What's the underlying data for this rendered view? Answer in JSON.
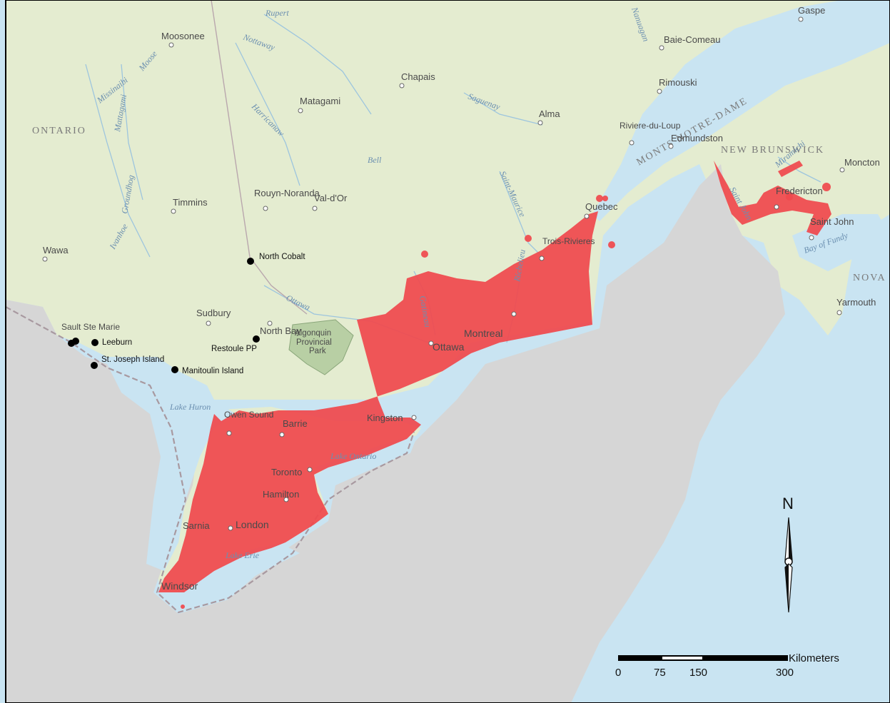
{
  "map": {
    "regions": [
      "ONTARIO",
      "NEW BRUNSWICK",
      "NOVA SCOTI",
      "MONTS NOTRE-DAME"
    ],
    "cities": [
      "Moosonee",
      "Baie-Comeau",
      "Chapais",
      "Matagami",
      "Alma",
      "Rimouski",
      "Riviere-du-Loup",
      "Edmundston",
      "Moncton",
      "Fredericton",
      "Saint John",
      "Yarmouth",
      "Timmins",
      "Rouyn-Noranda",
      "Val-d'Or",
      "Quebec",
      "Trois-Rivieres",
      "Wawa",
      "Sudbury",
      "North Bay",
      "Sault Ste Marie",
      "Montreal",
      "Ottawa",
      "Kingston",
      "Owen Sound",
      "Barrie",
      "Toronto",
      "Hamilton",
      "Sarnia",
      "London",
      "Windsor",
      "Gaspe"
    ],
    "water": [
      "Rupert",
      "Nottaway",
      "Missinaibi",
      "Moose",
      "Mattagami",
      "Harricanaw",
      "Saguenay",
      "Bell",
      "Saint-Maurice",
      "Ottawa",
      "Gatineau",
      "Richelieu",
      "Lake Huron",
      "Lake Ontario",
      "Lake Erie",
      "Bay of Fundy",
      "Miramichi",
      "Saint John",
      "Groundhog",
      "Ivanhoe",
      "Nanuagan"
    ],
    "park": [
      "Algonquin",
      "Provincial",
      "Park"
    ],
    "sites": [
      "North Cobalt",
      "Leeburn",
      "St. Joseph Island",
      "Manitoulin Island",
      "Restoule PP"
    ],
    "north": "N",
    "scale": {
      "unit": "Kilometers",
      "ticks": [
        "0",
        "75",
        "150",
        "300"
      ]
    },
    "colors": {
      "range": "#f0494d",
      "land_ca": "#e6eecf",
      "land_us": "#d9d9d9",
      "water": "#c7e3f1"
    }
  }
}
